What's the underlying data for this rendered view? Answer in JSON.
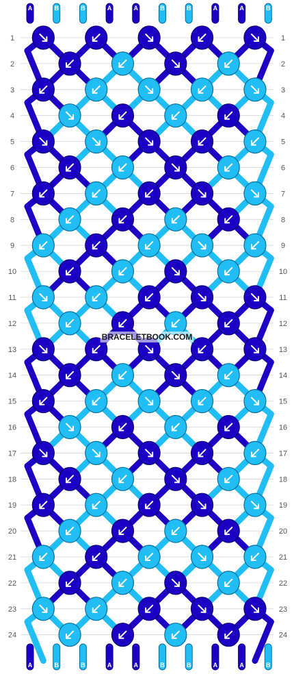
{
  "colors": {
    "A": "#1d00c4",
    "B": "#21bdf5",
    "line": "#d4d4d4"
  },
  "watermark": "BRACELETBOOK.COM",
  "strands_top": [
    "A",
    "B",
    "B",
    "A",
    "A",
    "B",
    "B",
    "A",
    "A",
    "B"
  ],
  "strands_bottom": [
    "A",
    "B",
    "B",
    "A",
    "A",
    "B",
    "B",
    "A",
    "A",
    "B"
  ],
  "row_numbers": [
    "1",
    "2",
    "3",
    "4",
    "5",
    "6",
    "7",
    "8",
    "9",
    "10",
    "11",
    "12",
    "13",
    "14",
    "15",
    "16",
    "17",
    "18",
    "19",
    "20",
    "21",
    "22",
    "23",
    "24"
  ],
  "knots": [
    [
      {
        "c": "A",
        "d": "r"
      },
      {
        "c": "A",
        "d": "l"
      },
      {
        "c": "A",
        "d": "r"
      },
      {
        "c": "A",
        "d": "l"
      },
      {
        "c": "A",
        "d": "r"
      }
    ],
    [
      {
        "c": "A",
        "d": "l"
      },
      {
        "c": "B",
        "d": "l"
      },
      {
        "c": "A",
        "d": "r"
      },
      {
        "c": "B",
        "d": "l"
      }
    ],
    [
      {
        "c": "A",
        "d": "l"
      },
      {
        "c": "B",
        "d": "l"
      },
      {
        "c": "B",
        "d": "r"
      },
      {
        "c": "B",
        "d": "l"
      },
      {
        "c": "B",
        "d": "r"
      }
    ],
    [
      {
        "c": "B",
        "d": "r"
      },
      {
        "c": "A",
        "d": "l"
      },
      {
        "c": "B",
        "d": "l"
      },
      {
        "c": "A",
        "d": "l"
      }
    ],
    [
      {
        "c": "A",
        "d": "r"
      },
      {
        "c": "B",
        "d": "r"
      },
      {
        "c": "A",
        "d": "r"
      },
      {
        "c": "A",
        "d": "l"
      },
      {
        "c": "B",
        "d": "l"
      }
    ],
    [
      {
        "c": "A",
        "d": "l"
      },
      {
        "c": "B",
        "d": "l"
      },
      {
        "c": "A",
        "d": "r"
      },
      {
        "c": "B",
        "d": "l"
      }
    ],
    [
      {
        "c": "A",
        "d": "l"
      },
      {
        "c": "B",
        "d": "l"
      },
      {
        "c": "A",
        "d": "l"
      },
      {
        "c": "A",
        "d": "r"
      },
      {
        "c": "B",
        "d": "r"
      }
    ],
    [
      {
        "c": "B",
        "d": "l"
      },
      {
        "c": "A",
        "d": "l"
      },
      {
        "c": "B",
        "d": "l"
      },
      {
        "c": "A",
        "d": "l"
      }
    ],
    [
      {
        "c": "B",
        "d": "l"
      },
      {
        "c": "A",
        "d": "l"
      },
      {
        "c": "B",
        "d": "l"
      },
      {
        "c": "B",
        "d": "r"
      },
      {
        "c": "B",
        "d": "l"
      }
    ],
    [
      {
        "c": "A",
        "d": "l"
      },
      {
        "c": "B",
        "d": "l"
      },
      {
        "c": "A",
        "d": "r"
      },
      {
        "c": "B",
        "d": "l"
      }
    ],
    [
      {
        "c": "B",
        "d": "r"
      },
      {
        "c": "B",
        "d": "l"
      },
      {
        "c": "A",
        "d": "l"
      },
      {
        "c": "A",
        "d": "r"
      },
      {
        "c": "A",
        "d": "r"
      }
    ],
    [
      {
        "c": "B",
        "d": "l"
      },
      {
        "c": "A",
        "d": "l"
      },
      {
        "c": "B",
        "d": "l"
      },
      {
        "c": "A",
        "d": "l"
      }
    ],
    [
      {
        "c": "A",
        "d": "r"
      },
      {
        "c": "A",
        "d": "l"
      },
      {
        "c": "A",
        "d": "r"
      },
      {
        "c": "A",
        "d": "l"
      },
      {
        "c": "A",
        "d": "r"
      }
    ],
    [
      {
        "c": "A",
        "d": "l"
      },
      {
        "c": "B",
        "d": "l"
      },
      {
        "c": "A",
        "d": "r"
      },
      {
        "c": "B",
        "d": "l"
      }
    ],
    [
      {
        "c": "A",
        "d": "l"
      },
      {
        "c": "B",
        "d": "l"
      },
      {
        "c": "B",
        "d": "r"
      },
      {
        "c": "B",
        "d": "l"
      },
      {
        "c": "B",
        "d": "r"
      }
    ],
    [
      {
        "c": "B",
        "d": "r"
      },
      {
        "c": "A",
        "d": "l"
      },
      {
        "c": "B",
        "d": "l"
      },
      {
        "c": "A",
        "d": "l"
      }
    ],
    [
      {
        "c": "A",
        "d": "r"
      },
      {
        "c": "B",
        "d": "r"
      },
      {
        "c": "A",
        "d": "r"
      },
      {
        "c": "A",
        "d": "l"
      },
      {
        "c": "B",
        "d": "l"
      }
    ],
    [
      {
        "c": "A",
        "d": "l"
      },
      {
        "c": "B",
        "d": "l"
      },
      {
        "c": "A",
        "d": "r"
      },
      {
        "c": "B",
        "d": "l"
      }
    ],
    [
      {
        "c": "A",
        "d": "l"
      },
      {
        "c": "B",
        "d": "l"
      },
      {
        "c": "A",
        "d": "l"
      },
      {
        "c": "A",
        "d": "r"
      },
      {
        "c": "B",
        "d": "r"
      }
    ],
    [
      {
        "c": "B",
        "d": "l"
      },
      {
        "c": "A",
        "d": "l"
      },
      {
        "c": "B",
        "d": "l"
      },
      {
        "c": "A",
        "d": "l"
      }
    ],
    [
      {
        "c": "B",
        "d": "l"
      },
      {
        "c": "A",
        "d": "l"
      },
      {
        "c": "B",
        "d": "l"
      },
      {
        "c": "B",
        "d": "r"
      },
      {
        "c": "B",
        "d": "l"
      }
    ],
    [
      {
        "c": "A",
        "d": "l"
      },
      {
        "c": "B",
        "d": "l"
      },
      {
        "c": "A",
        "d": "r"
      },
      {
        "c": "B",
        "d": "l"
      }
    ],
    [
      {
        "c": "B",
        "d": "r"
      },
      {
        "c": "B",
        "d": "l"
      },
      {
        "c": "A",
        "d": "l"
      },
      {
        "c": "A",
        "d": "r"
      },
      {
        "c": "A",
        "d": "r"
      }
    ],
    [
      {
        "c": "B",
        "d": "l"
      },
      {
        "c": "A",
        "d": "l"
      },
      {
        "c": "B",
        "d": "l"
      },
      {
        "c": "A",
        "d": "l"
      }
    ]
  ]
}
